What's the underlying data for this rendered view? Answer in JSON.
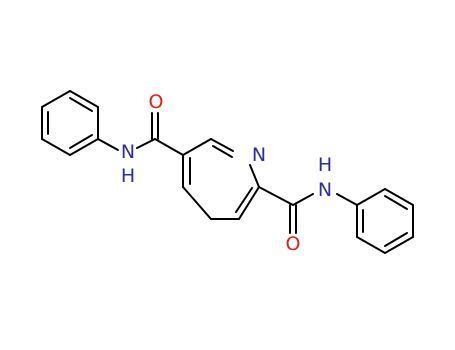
{
  "atoms": {
    "n_pyridine": {
      "text": "N"
    },
    "o_left": {
      "text": "O"
    },
    "o_right": {
      "text": "O"
    },
    "n_amide_left": {
      "text": "N"
    },
    "h_amide_left": {
      "text": "H"
    },
    "n_amide_right": {
      "text": "N"
    },
    "h_amide_right": {
      "text": "H"
    }
  },
  "colors": {
    "bond": "#000000",
    "nitrogen": "#2d2d9c",
    "oxygen": "#e0201b"
  }
}
